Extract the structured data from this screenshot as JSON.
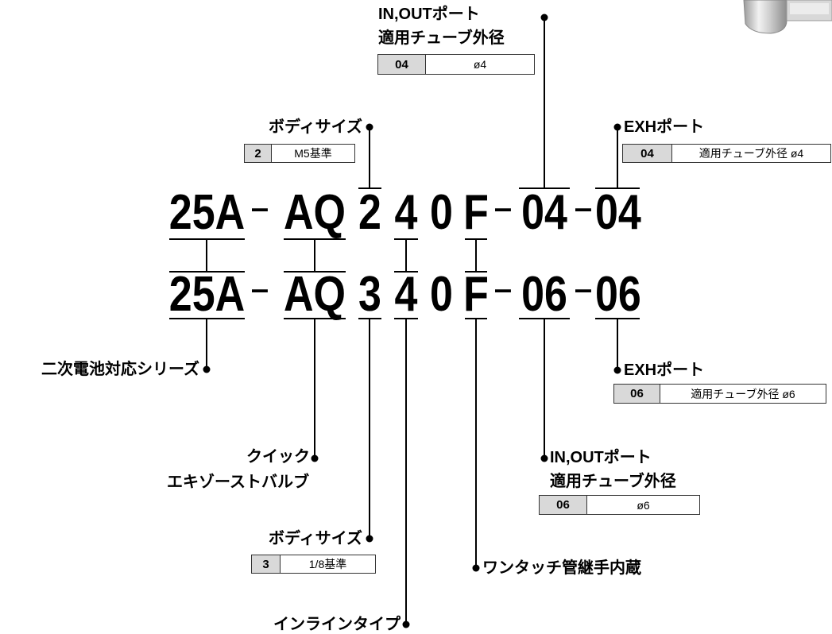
{
  "row1": {
    "series": "25A",
    "dash1": "-",
    "model": "AQ",
    "body": "2",
    "type": "4",
    "zero": "0",
    "fitting": "F",
    "dash2": "-",
    "inout": "04",
    "dash3": "-",
    "exh": "04"
  },
  "row2": {
    "series": "25A",
    "dash1": "-",
    "model": "AQ",
    "body": "3",
    "type": "4",
    "zero": "0",
    "fitting": "F",
    "dash2": "-",
    "inout": "06",
    "dash3": "-",
    "exh": "06"
  },
  "callouts": {
    "inout_top": {
      "line1": "IN,OUTポート",
      "line2": "適用チューブ外径",
      "code": "04",
      "value": "ø4"
    },
    "body_top": {
      "label": "ボディサイズ",
      "code": "2",
      "value": "M5基準"
    },
    "exh_top": {
      "label": "EXHポート",
      "code": "04",
      "value": "適用チューブ外径 ø4"
    },
    "series": {
      "label": "二次電池対応シリーズ"
    },
    "exh_bottom": {
      "label": "EXHポート",
      "code": "06",
      "value": "適用チューブ外径 ø6"
    },
    "quick_exhaust": {
      "line1": "クイック",
      "line2": "エキゾーストバルブ"
    },
    "inout_bottom": {
      "line1": "IN,OUTポート",
      "line2": "適用チューブ外径",
      "code": "06",
      "value": "ø6"
    },
    "body_bottom": {
      "label": "ボディサイズ",
      "code": "3",
      "value": "1/8基準"
    },
    "fitting": {
      "label": "ワンタッチ管継手内蔵"
    },
    "inline": {
      "label": "インラインタイプ"
    }
  },
  "colors": {
    "line": "#000000",
    "key_cell_bg": "#d9d9d9",
    "border": "#333333"
  }
}
